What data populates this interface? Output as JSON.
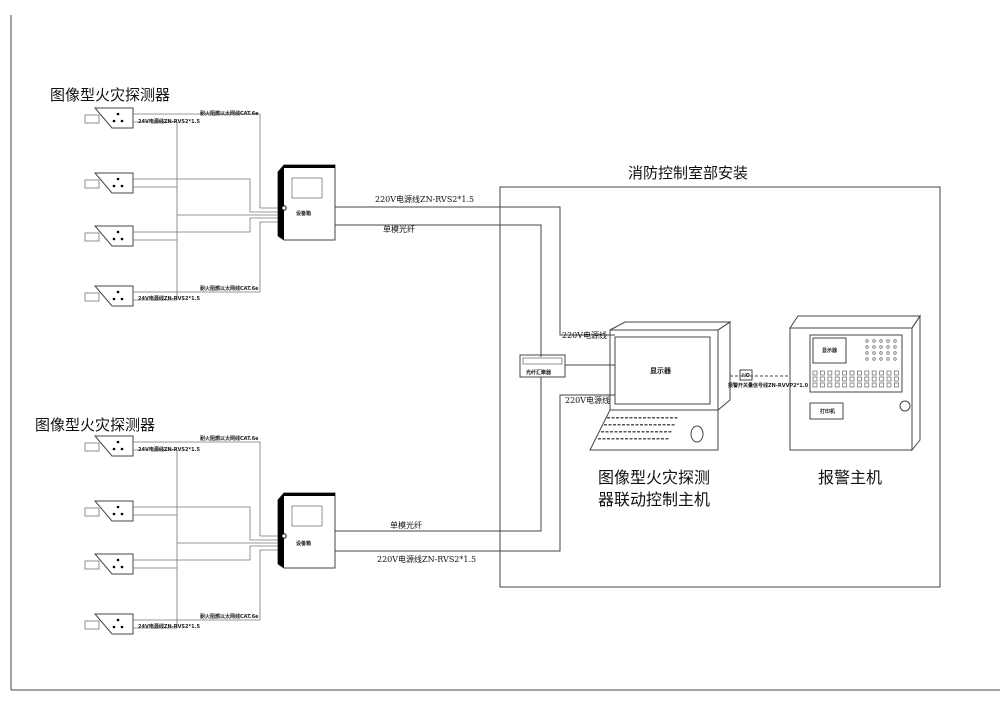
{
  "groups": [
    {
      "title": "图像型火灾探测器",
      "eth_label": "耐火阻燃以太网线CAT.6e",
      "pwr_label": "24V电源线ZN-RVS2*1.5",
      "box_label": "设备箱",
      "fiber_label": "单模光纤",
      "power220_label": "220V电源线ZN-RVS2*1.5"
    },
    {
      "title": "图像型火灾探测器",
      "eth_label": "耐火阻燃以太网线CAT.6e",
      "pwr_label": "24V电源线ZN-RVS2*1.5",
      "box_label": "设备箱",
      "fiber_label": "单模光纤",
      "power220_label": "220V电源线ZN-RVS2*1.5"
    }
  ],
  "control_room": {
    "title": "消防控制室部安装",
    "hub_label": "光纤汇聚器",
    "power_label_top": "220V电源线",
    "power_label_bottom": "220V电源线",
    "monitor_label": "显示器",
    "host_label_line1": "图像型火灾探测",
    "host_label_line2": "器联动控制主机",
    "io_label": "I/O",
    "signal_label": "报警开关量信号线ZN-RVVP2*1.0",
    "alarm_screen_label": "显示器",
    "printer_label": "打印机",
    "alarm_label": "报警主机"
  }
}
